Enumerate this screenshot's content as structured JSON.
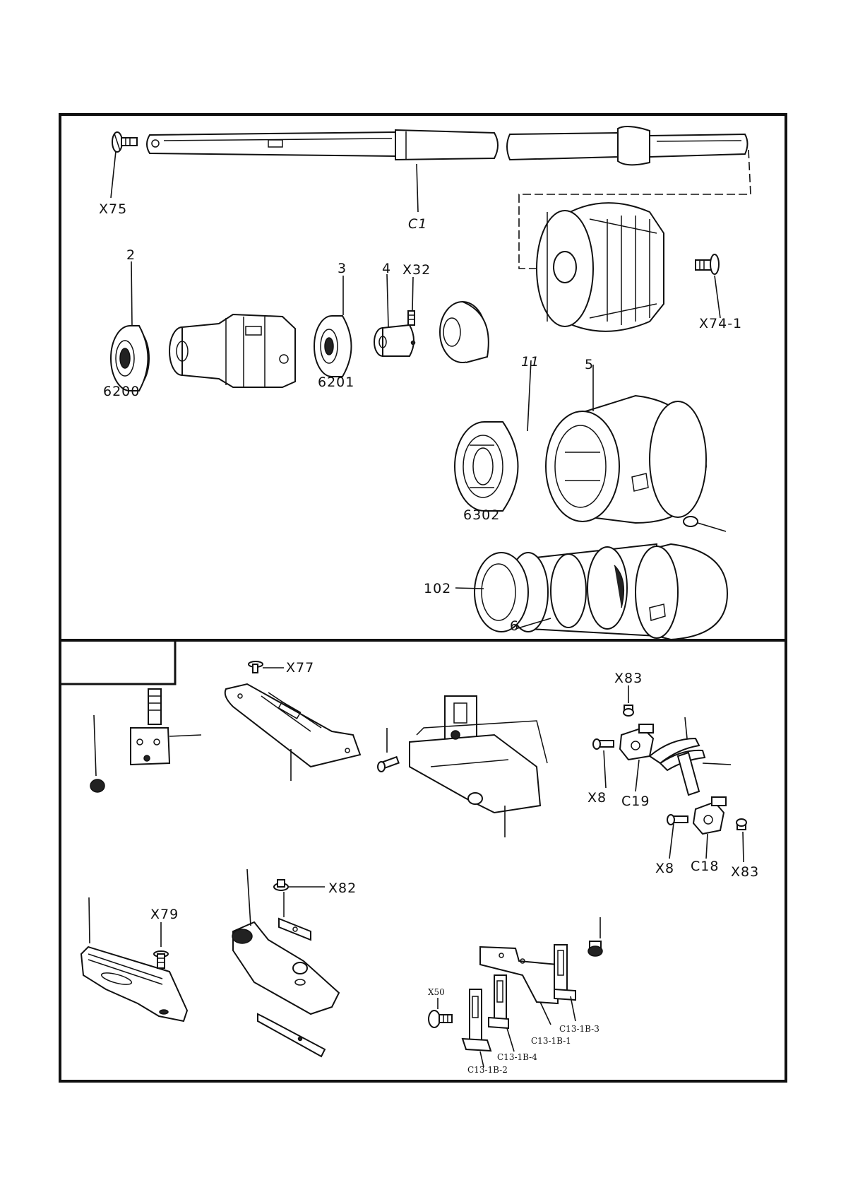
{
  "diagram": {
    "top_panel": {
      "labels": [
        {
          "id": "x75",
          "text": "X75"
        },
        {
          "id": "c1",
          "text": "C1"
        },
        {
          "id": "p2",
          "text": "2"
        },
        {
          "id": "p3",
          "text": "3"
        },
        {
          "id": "p4",
          "text": "4"
        },
        {
          "id": "x32",
          "text": "X32"
        },
        {
          "id": "x74_1",
          "text": "X74-1"
        },
        {
          "id": "b6200",
          "text": "6200"
        },
        {
          "id": "b6201",
          "text": "6201"
        },
        {
          "id": "p11",
          "text": "11"
        },
        {
          "id": "p5",
          "text": "5"
        },
        {
          "id": "b6302",
          "text": "6302"
        },
        {
          "id": "p102",
          "text": "102"
        },
        {
          "id": "p6",
          "text": "6"
        }
      ]
    },
    "bottom_panel": {
      "labels": [
        {
          "id": "x77",
          "text": "X77"
        },
        {
          "id": "x83a",
          "text": "X83"
        },
        {
          "id": "x8a",
          "text": "X8"
        },
        {
          "id": "c19",
          "text": "C19"
        },
        {
          "id": "x8b",
          "text": "X8"
        },
        {
          "id": "c18",
          "text": "C18"
        },
        {
          "id": "x83b",
          "text": "X83"
        },
        {
          "id": "x79",
          "text": "X79"
        },
        {
          "id": "x82",
          "text": "X82"
        },
        {
          "id": "x50",
          "text": "X50"
        },
        {
          "id": "c13_1b_3",
          "text": "C13-1B-3"
        },
        {
          "id": "c13_1b_1",
          "text": "C13-1B-1"
        },
        {
          "id": "c13_1b_4",
          "text": "C13-1B-4"
        },
        {
          "id": "c13_1b_2",
          "text": "C13-1B-2"
        }
      ]
    }
  }
}
